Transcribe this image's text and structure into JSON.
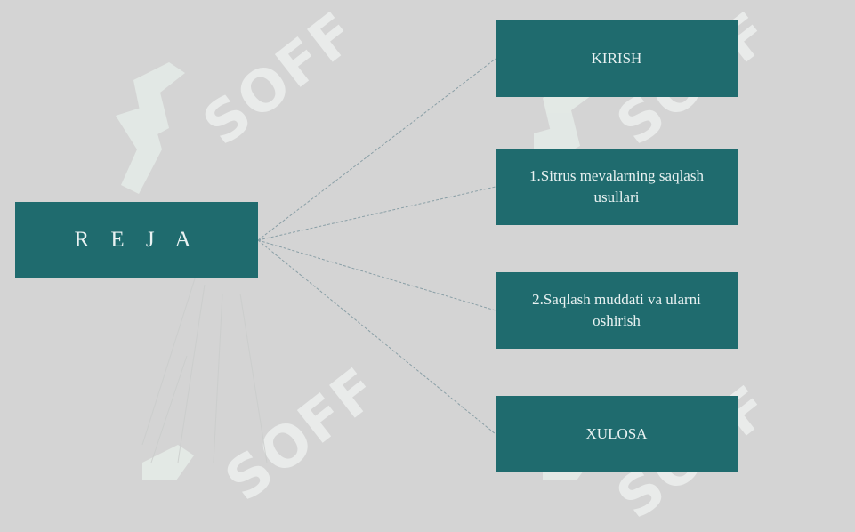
{
  "diagram": {
    "root_label": "R E J A",
    "items": [
      {
        "label": "KIRISH"
      },
      {
        "label": "1.Sitrus mevalarning saqlash usullari"
      },
      {
        "label": "2.Saqlash muddati va ularni oshirish"
      },
      {
        "label": "XULOSA"
      }
    ]
  },
  "watermark": {
    "text": "SOFF",
    "color": "#ebedec"
  },
  "colors": {
    "background": "#d4d4d4",
    "box": "#1f6b6e",
    "box_text": "#e9f2f2",
    "line": "#8a9fa6"
  }
}
